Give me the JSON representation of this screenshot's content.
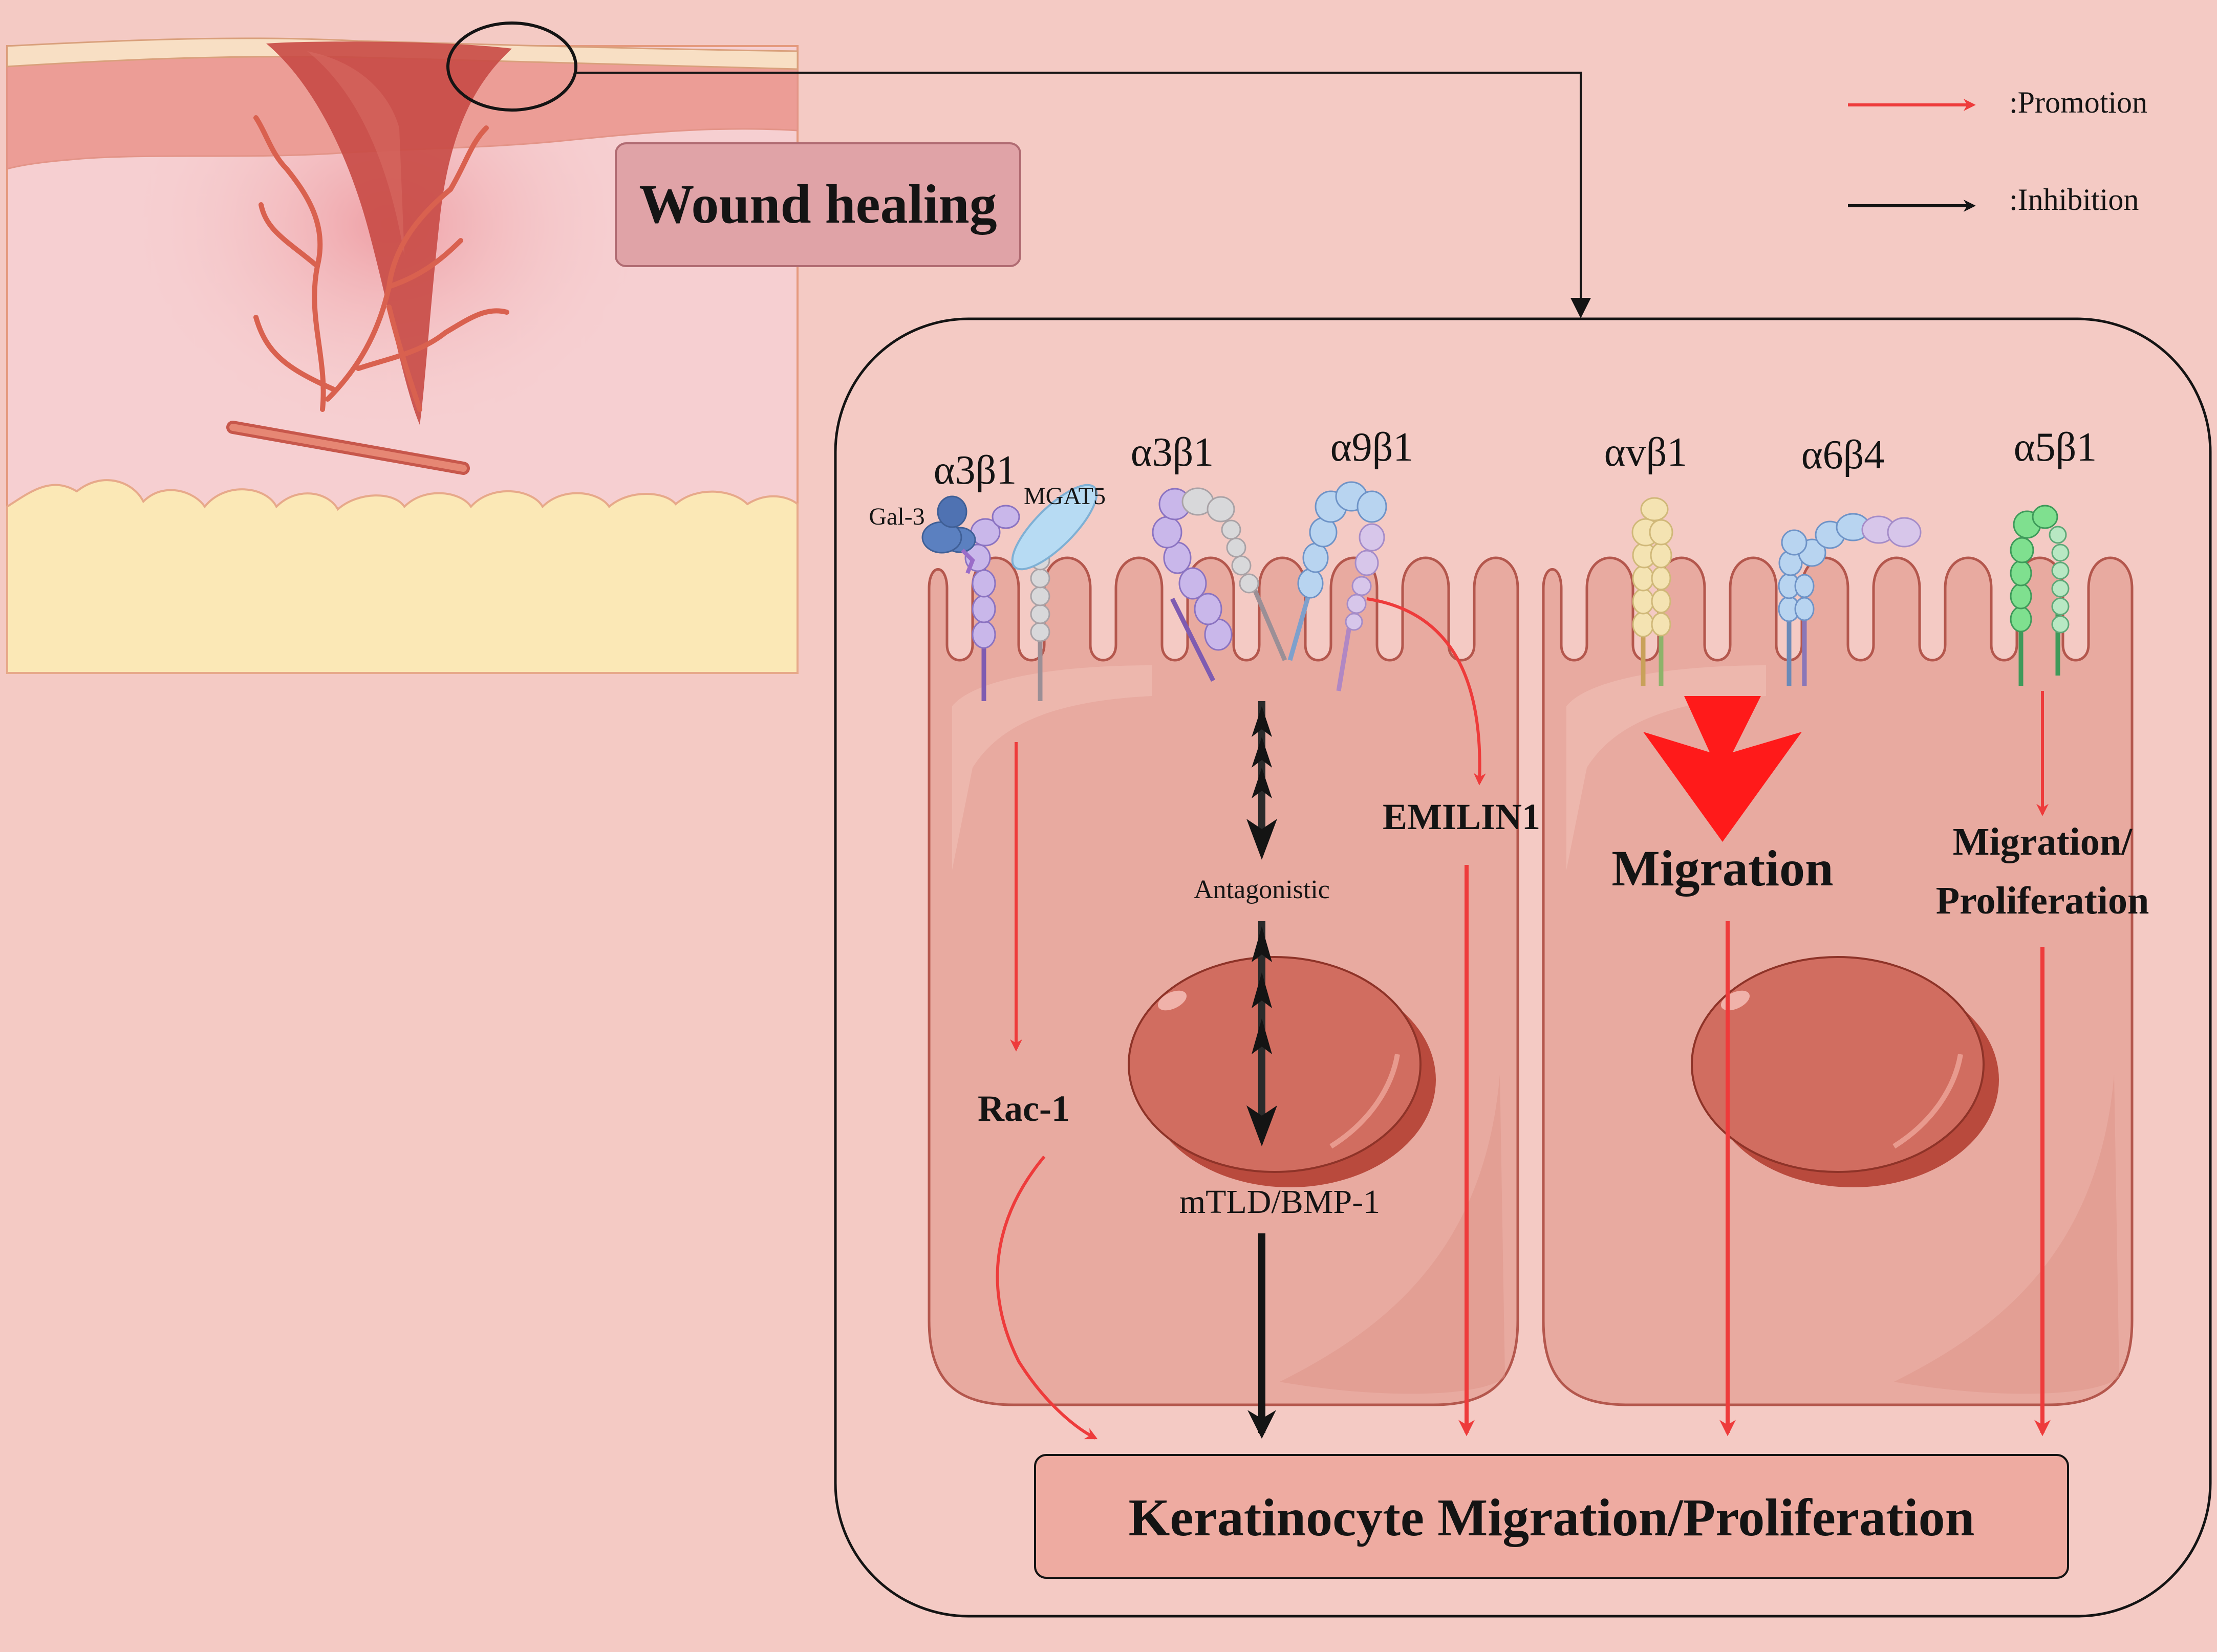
{
  "title": "Wound healing",
  "legend": {
    "promotion": ":Promotion",
    "inhibition": ":Inhibition"
  },
  "colors": {
    "background": "#f4cac4",
    "promotion": "#ee3b3b",
    "inhibition": "#141414",
    "cell": "#e8aaa0",
    "nucleus": "#d16d60",
    "dermis": "#f6cfd1",
    "fat": "#fbe8b6",
    "title_box": "#e0a3a7",
    "output_box": "#eeaba1"
  },
  "integrins": {
    "a3b1_left": "α3β1",
    "a3b1_mid": "α3β1",
    "a9b1": "α9β1",
    "avb1": "αvβ1",
    "a6b4": "α6β4",
    "a5b1": "α5β1"
  },
  "molecules": {
    "gal3": "Gal-3",
    "mgat5": "MGAT5",
    "antagonistic": "Antagonistic",
    "emilin1": "EMILIN1",
    "rac1": "Rac-1",
    "mtld": "mTLD/BMP-1",
    "migration": "Migration",
    "migration_prolif_line1": "Migration/",
    "migration_prolif_line2": "Proliferation"
  },
  "output": "Keratinocyte Migration/Proliferation"
}
